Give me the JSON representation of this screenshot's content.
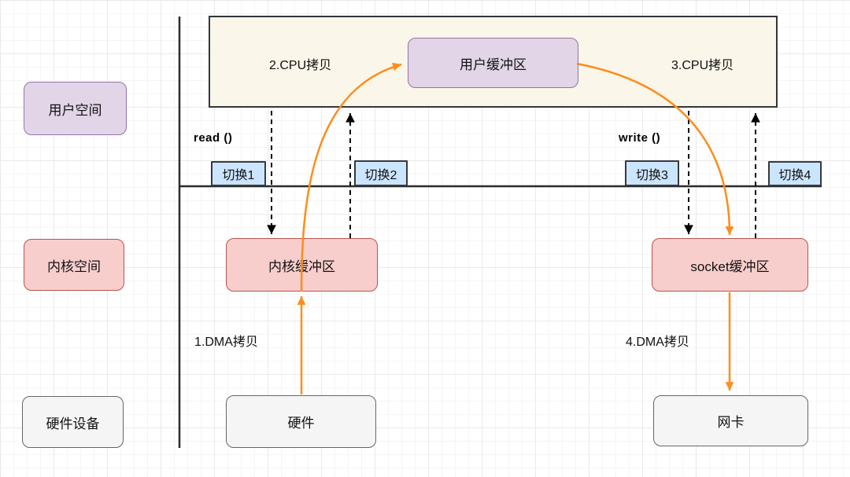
{
  "diagram": {
    "title_implied": "traditional-io-flow",
    "rows": [
      {
        "label": "用户空间"
      },
      {
        "label": "内核空间"
      },
      {
        "label": "硬件设备"
      }
    ],
    "nodes": {
      "user_buffer": "用户缓冲区",
      "kernel_buffer": "内核缓冲区",
      "socket_buffer": "socket缓冲区",
      "hardware": "硬件",
      "nic": "网卡"
    },
    "switches": [
      "切换1",
      "切换2",
      "切换3",
      "切换4"
    ],
    "syscalls": {
      "read": "read ()",
      "write": "write ()"
    },
    "copy_steps": {
      "dma_read": "1.DMA拷贝",
      "cpu_read": "2.CPU拷贝",
      "cpu_write": "3.CPU拷贝",
      "dma_write": "4.DMA拷贝"
    },
    "colors": {
      "arrow_orange": "#FF8C1A",
      "dashed_black": "#000000",
      "axis_line": "#2B2B2B",
      "user_space_band_fill": "#FAF6E9",
      "purple_fill": "#E1D5E7",
      "purple_stroke": "#9673A6",
      "pink_fill": "#F8CECC",
      "pink_stroke": "#B85450",
      "gray_fill": "#F5F5F5",
      "gray_stroke": "#666666",
      "switch_fill": "#CCE5FF",
      "switch_stroke": "#36393D"
    }
  }
}
